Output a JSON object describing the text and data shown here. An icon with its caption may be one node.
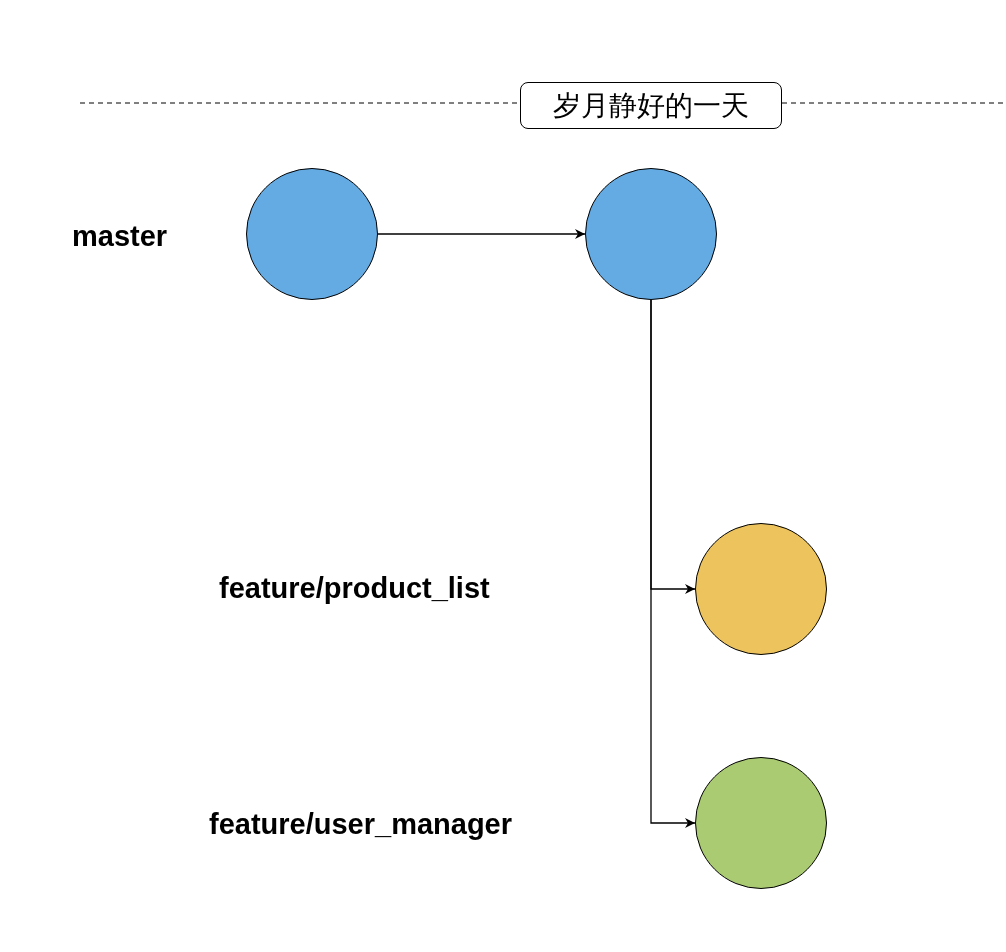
{
  "diagram": {
    "nodes": [
      {
        "text": [
          "岁月静好的一天"
        ]
      },
      {
        "text": [],
        "shape": "circle"
      },
      {
        "text": [],
        "shape": "circle"
      },
      {
        "text": [],
        "shape": "circle"
      },
      {
        "text": [],
        "shape": "circle"
      }
    ],
    "labels": [
      "master",
      "feature/product_list",
      "feature/user_manager"
    ],
    "edges": [
      {
        "from": 1,
        "to": 2,
        "arrow": "to"
      },
      {
        "from": 2,
        "to": 3,
        "arrow": "to"
      },
      {
        "from": 2,
        "to": 4,
        "arrow": "to"
      }
    ]
  }
}
